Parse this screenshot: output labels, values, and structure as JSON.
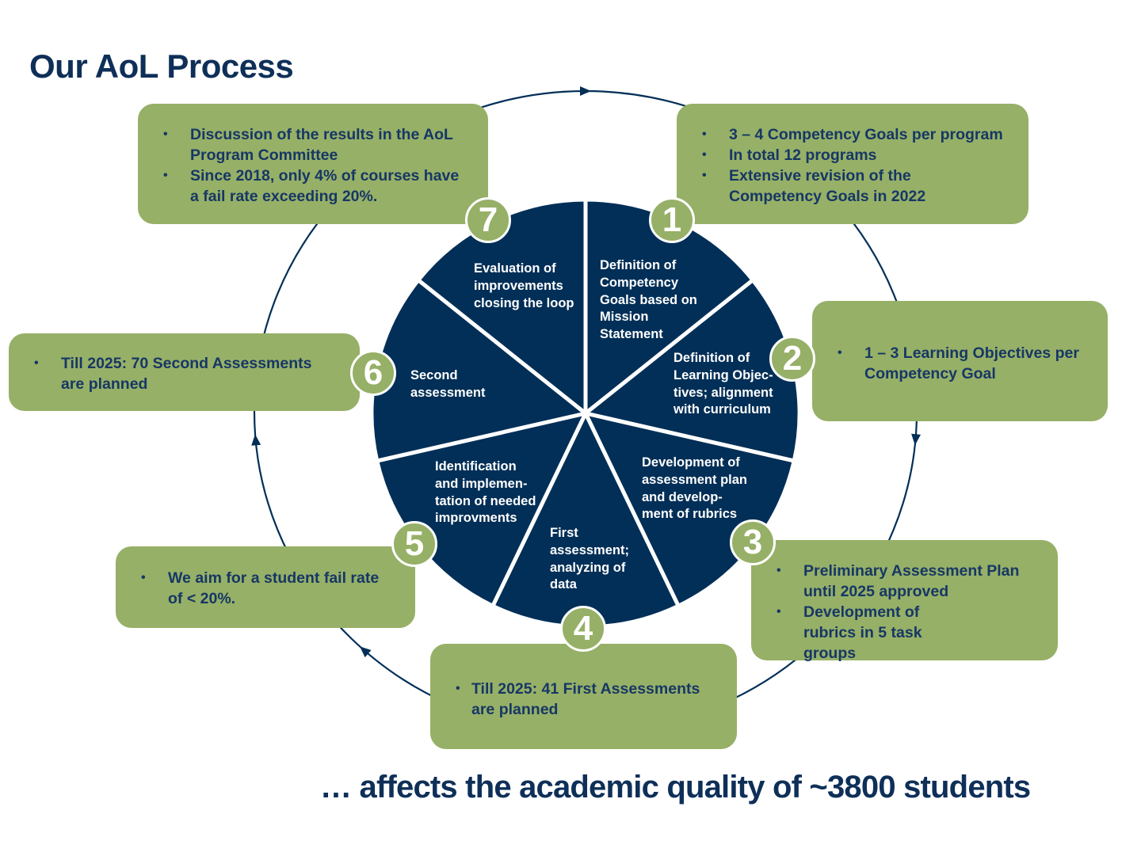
{
  "title": "Our AoL Process",
  "footer": "… affects the academic quality of ~3800 students",
  "colors": {
    "navy": "#022f57",
    "green": "#96b067",
    "text_dark": "#173765",
    "white": "#ffffff"
  },
  "steps": [
    {
      "number": "1",
      "segment_label": "Definition of\nCompetency\nGoals based on\nMission\nStatement",
      "bullets": [
        "3 – 4 Competency Goals per program",
        "In total 12 programs",
        "Extensive revision of the Competency Goals in 2022"
      ]
    },
    {
      "number": "2",
      "segment_label": "Definition of\nLearning Objec-\ntives; alignment\nwith curriculum",
      "bullets": [
        "1 – 3 Learning Objectives per Competency Goal"
      ]
    },
    {
      "number": "3",
      "segment_label": "Development of\nassessment plan\nand develop-\nment of rubrics",
      "bullets": [
        "Preliminary Assessment Plan until 2025 approved",
        "Development of rubrics in 5 task groups"
      ]
    },
    {
      "number": "4",
      "segment_label": "First\nassessment;\nanalyzing of\ndata",
      "bullets": [
        "Till 2025: 41 First Assessments are planned"
      ]
    },
    {
      "number": "5",
      "segment_label": "Identification\nand implemen-\ntation of needed\nimprovments",
      "bullets": [
        "We aim for a student fail rate of < 20%."
      ]
    },
    {
      "number": "6",
      "segment_label": "Second\nassessment",
      "bullets": [
        "Till 2025: 70 Second Assessments are planned"
      ]
    },
    {
      "number": "7",
      "segment_label": "Evaluation of\nimprovements\nclosing the loop",
      "bullets": [
        "Discussion of the results in the AoL Program Committee",
        "Since 2018, only 4% of courses have a fail rate  exceeding 20%."
      ]
    }
  ]
}
